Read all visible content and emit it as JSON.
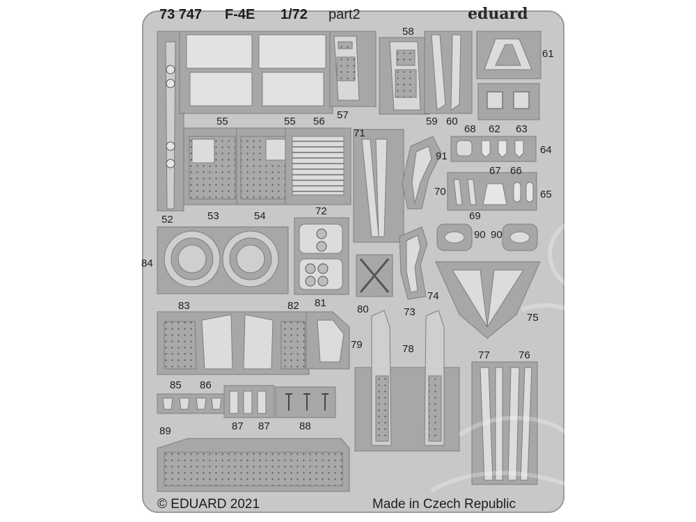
{
  "header": {
    "set_number": "73 747",
    "aircraft": "F-4E",
    "scale": "1/72",
    "part": "part2",
    "brand": "eduard"
  },
  "footer": {
    "copyright": "© EDUARD 2021",
    "origin": "Made in Czech Republic"
  },
  "part_labels": [
    "52",
    "53",
    "54",
    "55",
    "55",
    "56",
    "57",
    "58",
    "59",
    "60",
    "61",
    "62",
    "63",
    "64",
    "65",
    "66",
    "67",
    "68",
    "69",
    "70",
    "71",
    "72",
    "73",
    "74",
    "75",
    "76",
    "77",
    "78",
    "79",
    "80",
    "81",
    "82",
    "83",
    "84",
    "85",
    "86",
    "87",
    "87",
    "88",
    "89",
    "90",
    "90",
    "91"
  ],
  "colors": {
    "background": "#ffffff",
    "fret": "#c8c8c8",
    "fret_edge": "#9a9a9a",
    "part": "#a7a7a7",
    "part_light": "#e2e2e2",
    "ink": "#1d1d1d"
  }
}
